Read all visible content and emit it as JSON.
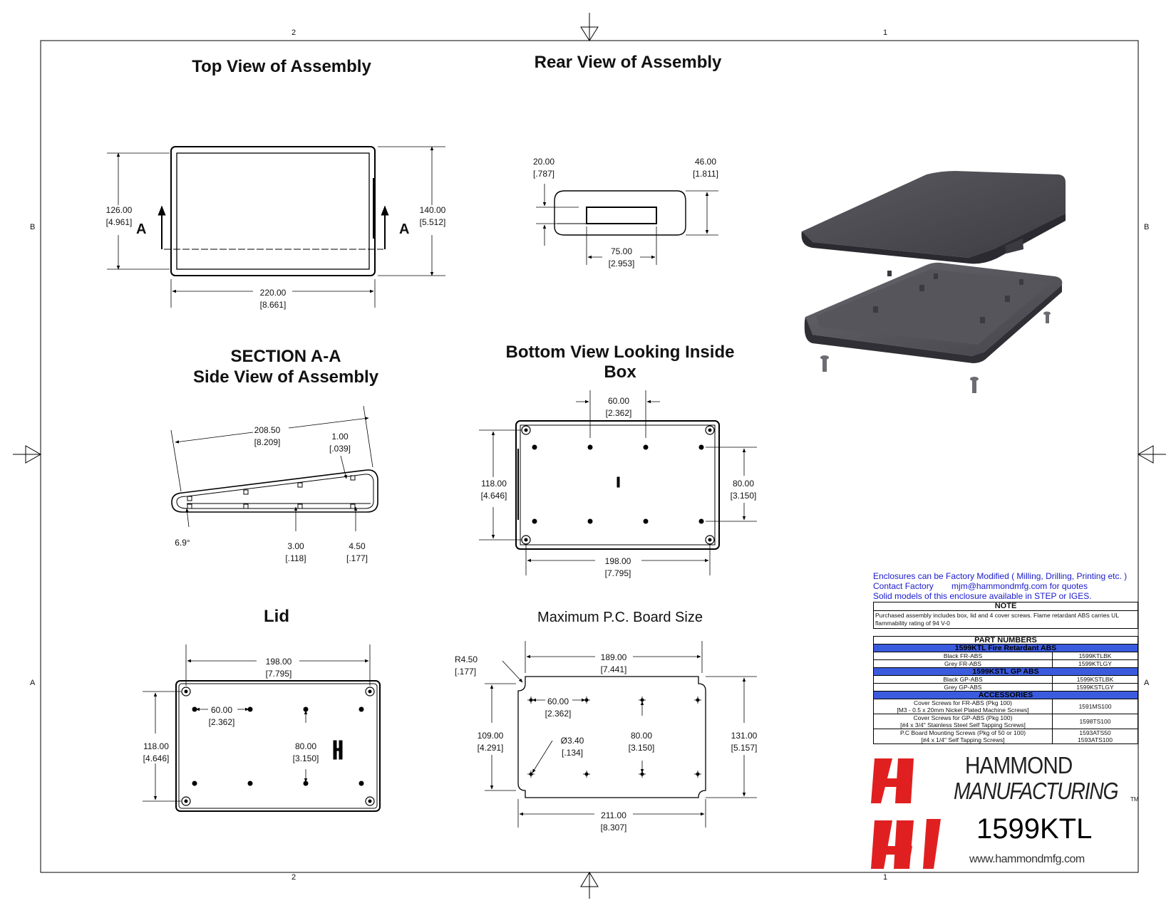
{
  "zones": {
    "top_left": "2",
    "top_right": "1",
    "bottom_left": "2",
    "bottom_right": "1",
    "left_upper": "B",
    "left_lower": "A",
    "right_upper": "B",
    "right_lower": "A"
  },
  "views": {
    "top": {
      "title": "Top View of Assembly",
      "section_mark": "A",
      "dim_height_inner": "126.00\n[4.961]",
      "dim_height_outer": "140.00\n[5.512]",
      "dim_width": "220.00\n[8.661]"
    },
    "rear": {
      "title": "Rear View of Assembly",
      "dim_left": "20.00\n[.787]",
      "dim_right": "46.00\n[1.811]",
      "dim_cutout": "75.00\n[2.953]"
    },
    "section": {
      "title_line1": "SECTION A-A",
      "title_line2": "Side View of Assembly",
      "dim_length": "208.50\n[8.209]",
      "dim_wall": "1.00\n[.039]",
      "dim_angle": "6.9°",
      "dim_boss1": "3.00\n[.118]",
      "dim_boss2": "4.50\n[.177]"
    },
    "bottom": {
      "title_line1": "Bottom View Looking Inside",
      "title_line2": "Box",
      "dim_pitch": "60.00\n[2.362]",
      "dim_height": "118.00\n[4.646]",
      "dim_rows": "80.00\n[3.150]",
      "dim_width": "198.00\n[7.795]"
    },
    "lid": {
      "title": "Lid",
      "dim_width": "198.00\n[7.795]",
      "dim_pitch": "60.00\n[2.362]",
      "dim_height": "118.00\n[4.646]",
      "dim_rows": "80.00\n[3.150]"
    },
    "pcb": {
      "title": "Maximum P.C. Board Size",
      "dim_radius": "R4.50\n[.177]",
      "dim_inner_width": "189.00\n[7.441]",
      "dim_pitch": "60.00\n[2.362]",
      "dim_inner_height": "109.00\n[4.291]",
      "dim_hole": "Ø3.40\n[.134]",
      "dim_rows": "80.00\n[3.150]",
      "dim_outer_height": "131.00\n[5.157]",
      "dim_outer_width": "211.00\n[8.307]"
    }
  },
  "info": {
    "line1": "Enclosures can be Factory Modified ( Milling, Drilling, Printing etc. )",
    "line2_label": "Contact Factory",
    "line2_email": "mjm@hammondmfg.com for quotes",
    "line3": "Solid models of this enclosure available in STEP or IGES."
  },
  "note": {
    "title": "NOTE",
    "text": "Purchased assembly includes box, lid and 4 cover screws. Flame retardant ABS carries UL flammability rating of 94 V-0"
  },
  "parts": {
    "title": "PART NUMBERS",
    "group1": "1599KTL Fire Retardant ABS",
    "group1_rows": [
      {
        "desc": "Black FR-ABS",
        "pn": "1599KTLBK"
      },
      {
        "desc": "Grey FR-ABS",
        "pn": "1599KTLGY"
      }
    ],
    "group2": "1599KSTL GP ABS",
    "group2_rows": [
      {
        "desc": "Black GP-ABS",
        "pn": "1599KSTLBK"
      },
      {
        "desc": "Grey GP-ABS",
        "pn": "1599KSTLGY"
      }
    ],
    "group3": "ACCESSORIES",
    "acc_rows": [
      {
        "desc1": "Cover Screws for FR-ABS (Pkg 100)",
        "desc2": "[M3 - 0.5 x 20mm Nickel Plated Machine Screws]",
        "pn": "1591MS100"
      },
      {
        "desc1": "Cover Screws for GP-ABS (Pkg 100)",
        "desc2": "[#4 x 3/4\" Stainless Steel Self Tapping Screws]",
        "pn": "1598TS100"
      },
      {
        "desc1": "P.C Board Mounting Screws (Pkg of 50 or 100)",
        "desc2": "[#4 x 1/4\" Self Tapping Screws]",
        "pn": "1593ATS50",
        "pn2": "1593ATS100"
      }
    ]
  },
  "brand": {
    "line1": "HAMMOND",
    "line2": "MANUFACTURING",
    "tm": "TM",
    "model": "1599KTL",
    "url": "www.hammondmfg.com",
    "logo_color": "#e02020"
  }
}
